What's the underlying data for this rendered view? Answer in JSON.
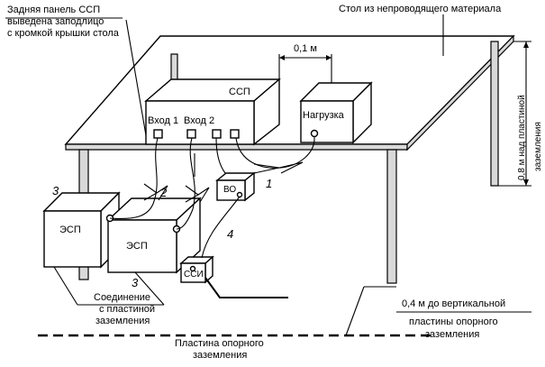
{
  "labels": {
    "table": "Стол из непроводящего материала",
    "rear_panel": [
      "Задняя панель ССП",
      "выведена заподлицо",
      "с кромкой крышки стола"
    ],
    "gap": "0,1 м",
    "ssp": "ССП",
    "load": "Нагрузка",
    "input1": "Вход 1",
    "input2": "Вход 2",
    "height": [
      "0,8 м над пластиной",
      "заземления"
    ],
    "esp_left": "ЭСП",
    "esp_front": "ЭСП",
    "vo": "ВО",
    "ssi": "ССИ",
    "connection": [
      "Соединение",
      "с пластиной",
      "заземления"
    ],
    "distance": [
      "0,4 м до вертикальной",
      "пластины опорного",
      "заземления"
    ],
    "plate": [
      "Пластина опорного",
      "заземления"
    ]
  },
  "numbers": {
    "n1": "1",
    "n2": "2",
    "n3a": "3",
    "n3b": "3",
    "n4": "4"
  }
}
